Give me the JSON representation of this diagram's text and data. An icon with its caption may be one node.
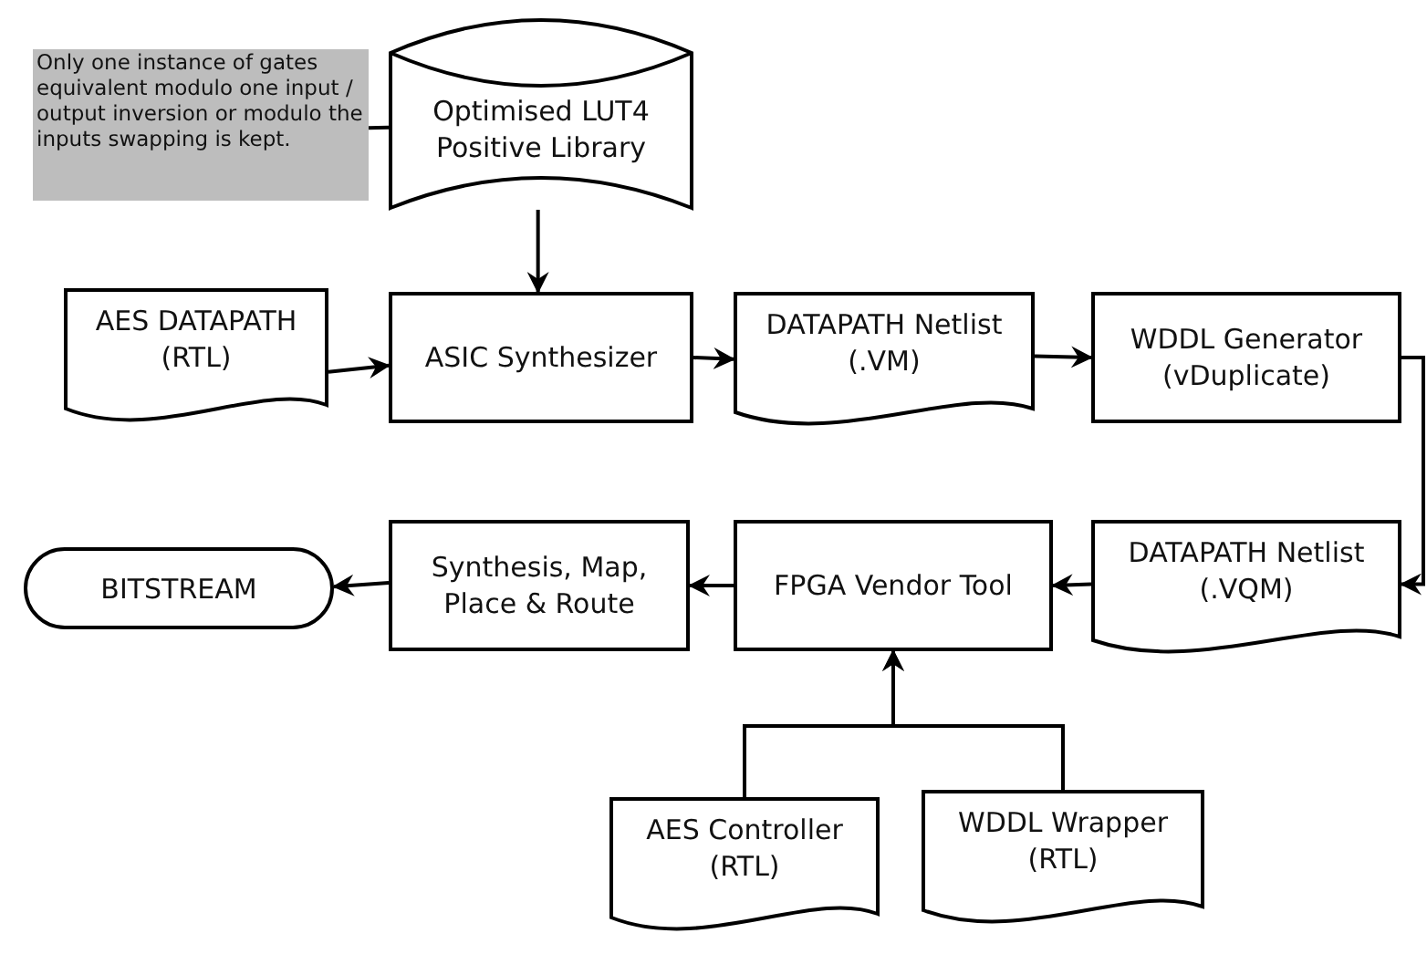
{
  "diagram": {
    "nodes": [
      {
        "text": [
          "Only one instance of gates equivalent modulo one input / output inversion or modulo the inputs swapping is kept."
        ]
      },
      {
        "text": [
          "Optimised LUT4 Positive Library"
        ]
      },
      {
        "text": [
          "AES DATAPATH (RTL)"
        ]
      },
      {
        "text": [
          "ASIC Synthesizer"
        ]
      },
      {
        "text": [
          "DATAPATH Netlist (.VM)"
        ]
      },
      {
        "text": [
          "WDDL Generator (vDuplicate)"
        ]
      },
      {
        "text": [
          "BITSTREAM"
        ]
      },
      {
        "text": [
          "Synthesis, Map, Place & Route"
        ]
      },
      {
        "text": [
          "FPGA Vendor Tool"
        ]
      },
      {
        "text": [
          "DATAPATH Netlist (.VQM)"
        ]
      },
      {
        "text": [
          "AES Controller (RTL)"
        ]
      },
      {
        "text": [
          "WDDL Wrapper (RTL)"
        ]
      }
    ],
    "edges": [
      {
        "from": 0,
        "to": 1,
        "arrow": "none"
      },
      {
        "from": 1,
        "to": 3,
        "arrow": "to"
      },
      {
        "from": 2,
        "to": 3,
        "arrow": "to"
      },
      {
        "from": 3,
        "to": 4,
        "arrow": "to"
      },
      {
        "from": 4,
        "to": 5,
        "arrow": "to"
      },
      {
        "from": 5,
        "to": 9,
        "arrow": "to"
      },
      {
        "from": 9,
        "to": 8,
        "arrow": "to"
      },
      {
        "from": 8,
        "to": 7,
        "arrow": "to"
      },
      {
        "from": 7,
        "to": 6,
        "arrow": "to"
      },
      {
        "from": 10,
        "to": 8,
        "arrow": "to"
      },
      {
        "from": 11,
        "to": 8,
        "arrow": "to"
      }
    ]
  }
}
